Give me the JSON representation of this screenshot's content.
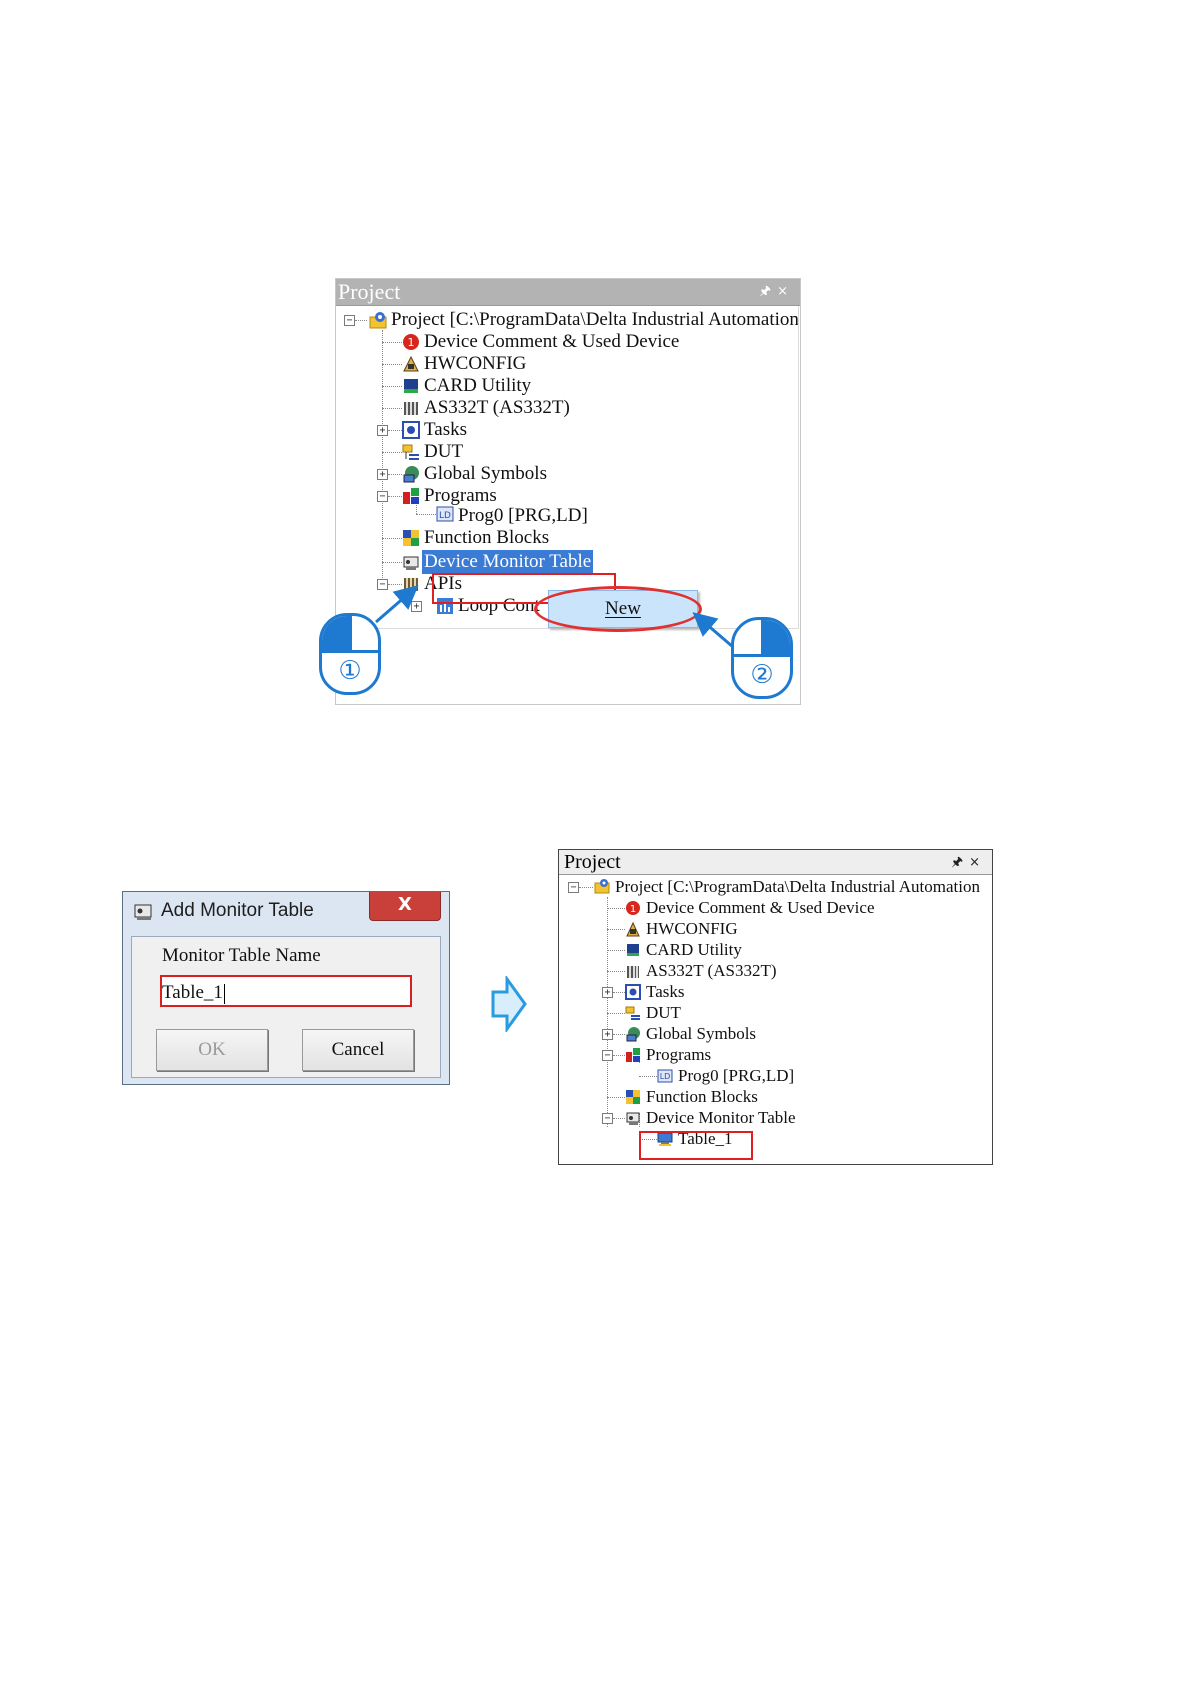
{
  "panel1": {
    "title": "Project",
    "tree": [
      "Project [C:\\ProgramData\\Delta Industrial Automation",
      "Device Comment & Used Device",
      "HWCONFIG",
      "CARD Utility",
      "AS332T  (AS332T)",
      "Tasks",
      "DUT",
      "Global Symbols",
      "Programs",
      "Prog0 [PRG,LD]",
      "Function Blocks",
      "Device Monitor Table",
      "APIs",
      "Loop Cont"
    ],
    "context_menu": {
      "new_label": "New",
      "new_mnemonic": "N"
    }
  },
  "steps": {
    "step1": "①",
    "step2": "②"
  },
  "dialog": {
    "title": "Add Monitor Table",
    "close": "X",
    "field_label": "Monitor Table Name",
    "field_value": "Table_1",
    "ok_label": "OK",
    "cancel_label": "Cancel"
  },
  "panel2": {
    "title": "Project",
    "tree": [
      "Project [C:\\ProgramData\\Delta Industrial Automation",
      "Device Comment & Used Device",
      "HWCONFIG",
      "CARD Utility",
      "AS332T  (AS332T)",
      "Tasks",
      "DUT",
      "Global Symbols",
      "Programs",
      "Prog0 [PRG,LD]",
      "Function Blocks",
      "Device Monitor Table",
      "Table_1"
    ]
  },
  "colors": {
    "accent": "#1d7ad0",
    "highlight": "#e02020",
    "selection": "#3a7bd5"
  },
  "icons": [
    "gear-folder-icon",
    "device-comment-icon",
    "hwconfig-icon",
    "card-icon",
    "plc-icon",
    "tasks-icon",
    "dut-icon",
    "global-symbols-icon",
    "programs-icon",
    "prog-icon",
    "function-blocks-icon",
    "monitor-table-icon",
    "apis-icon",
    "table-icon",
    "pin-icon",
    "close-icon",
    "mouse-icon",
    "right-arrow-icon"
  ]
}
